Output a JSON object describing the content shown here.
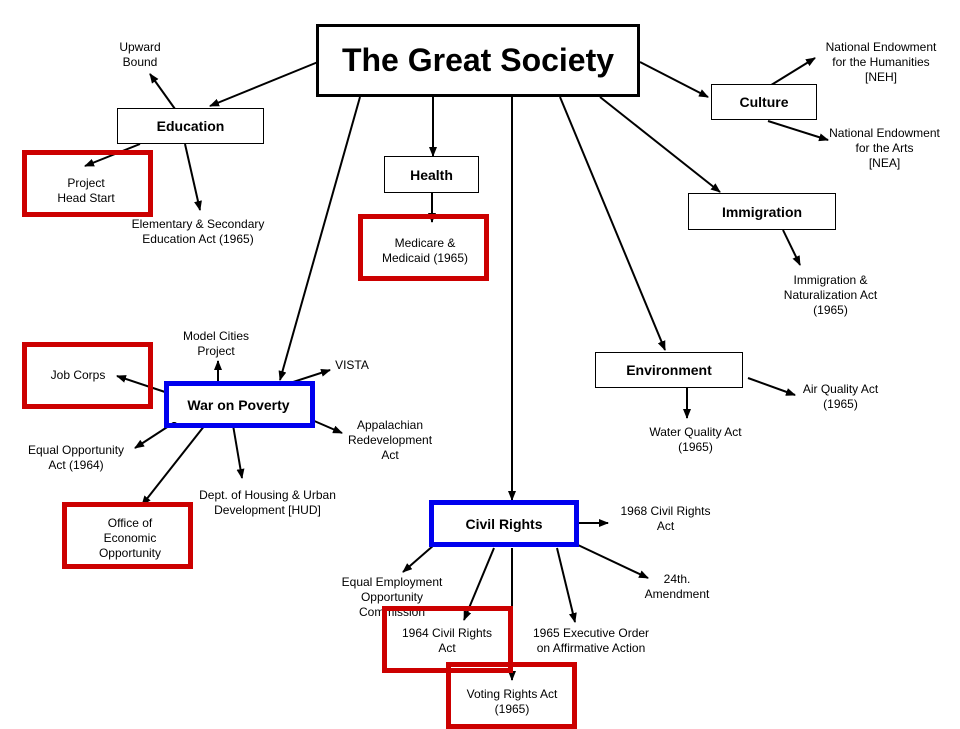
{
  "title": "The Great Society",
  "colors": {
    "highlight_red": "#cc0000",
    "highlight_blue": "#0000ee",
    "line": "#000000"
  },
  "categories": {
    "education": "Education",
    "health": "Health",
    "culture": "Culture",
    "immigration": "Immigration",
    "environment": "Environment",
    "war_on_poverty": "War on Poverty",
    "civil_rights": "Civil Rights"
  },
  "items": {
    "upward_bound": "Upward\nBound",
    "head_start": "Project\nHead Start",
    "esea": "Elementary & Secondary\nEducation Act (1965)",
    "medicare": "Medicare &\nMedicaid (1965)",
    "neh": "National Endowment\nfor the Humanities\n[NEH]",
    "nea": "National Endowment\nfor the Arts\n[NEA]",
    "ina": "Immigration &\nNaturalization Act\n(1965)",
    "air": "Air Quality Act\n(1965)",
    "water": "Water Quality Act\n(1965)",
    "model_cities": "Model Cities\nProject",
    "vista": "VISTA",
    "job_corps": "Job Corps",
    "appalachian": "Appalachian\nRedevelopment\nAct",
    "eoa": "Equal Opportunity\nAct (1964)",
    "hud": "Dept. of Housing & Urban\nDevelopment [HUD]",
    "oeo": "Office of\nEconomic\nOpportunity",
    "cra1968": "1968 Civil Rights\nAct",
    "amend24": "24th.\nAmendment",
    "eeoc": "Equal Employment\nOpportunity\nCommission",
    "cra1964": "1964 Civil Rights\nAct",
    "exec_order": "1965 Executive Order\non Affirmative Action",
    "vra": "Voting Rights Act\n(1965)"
  }
}
